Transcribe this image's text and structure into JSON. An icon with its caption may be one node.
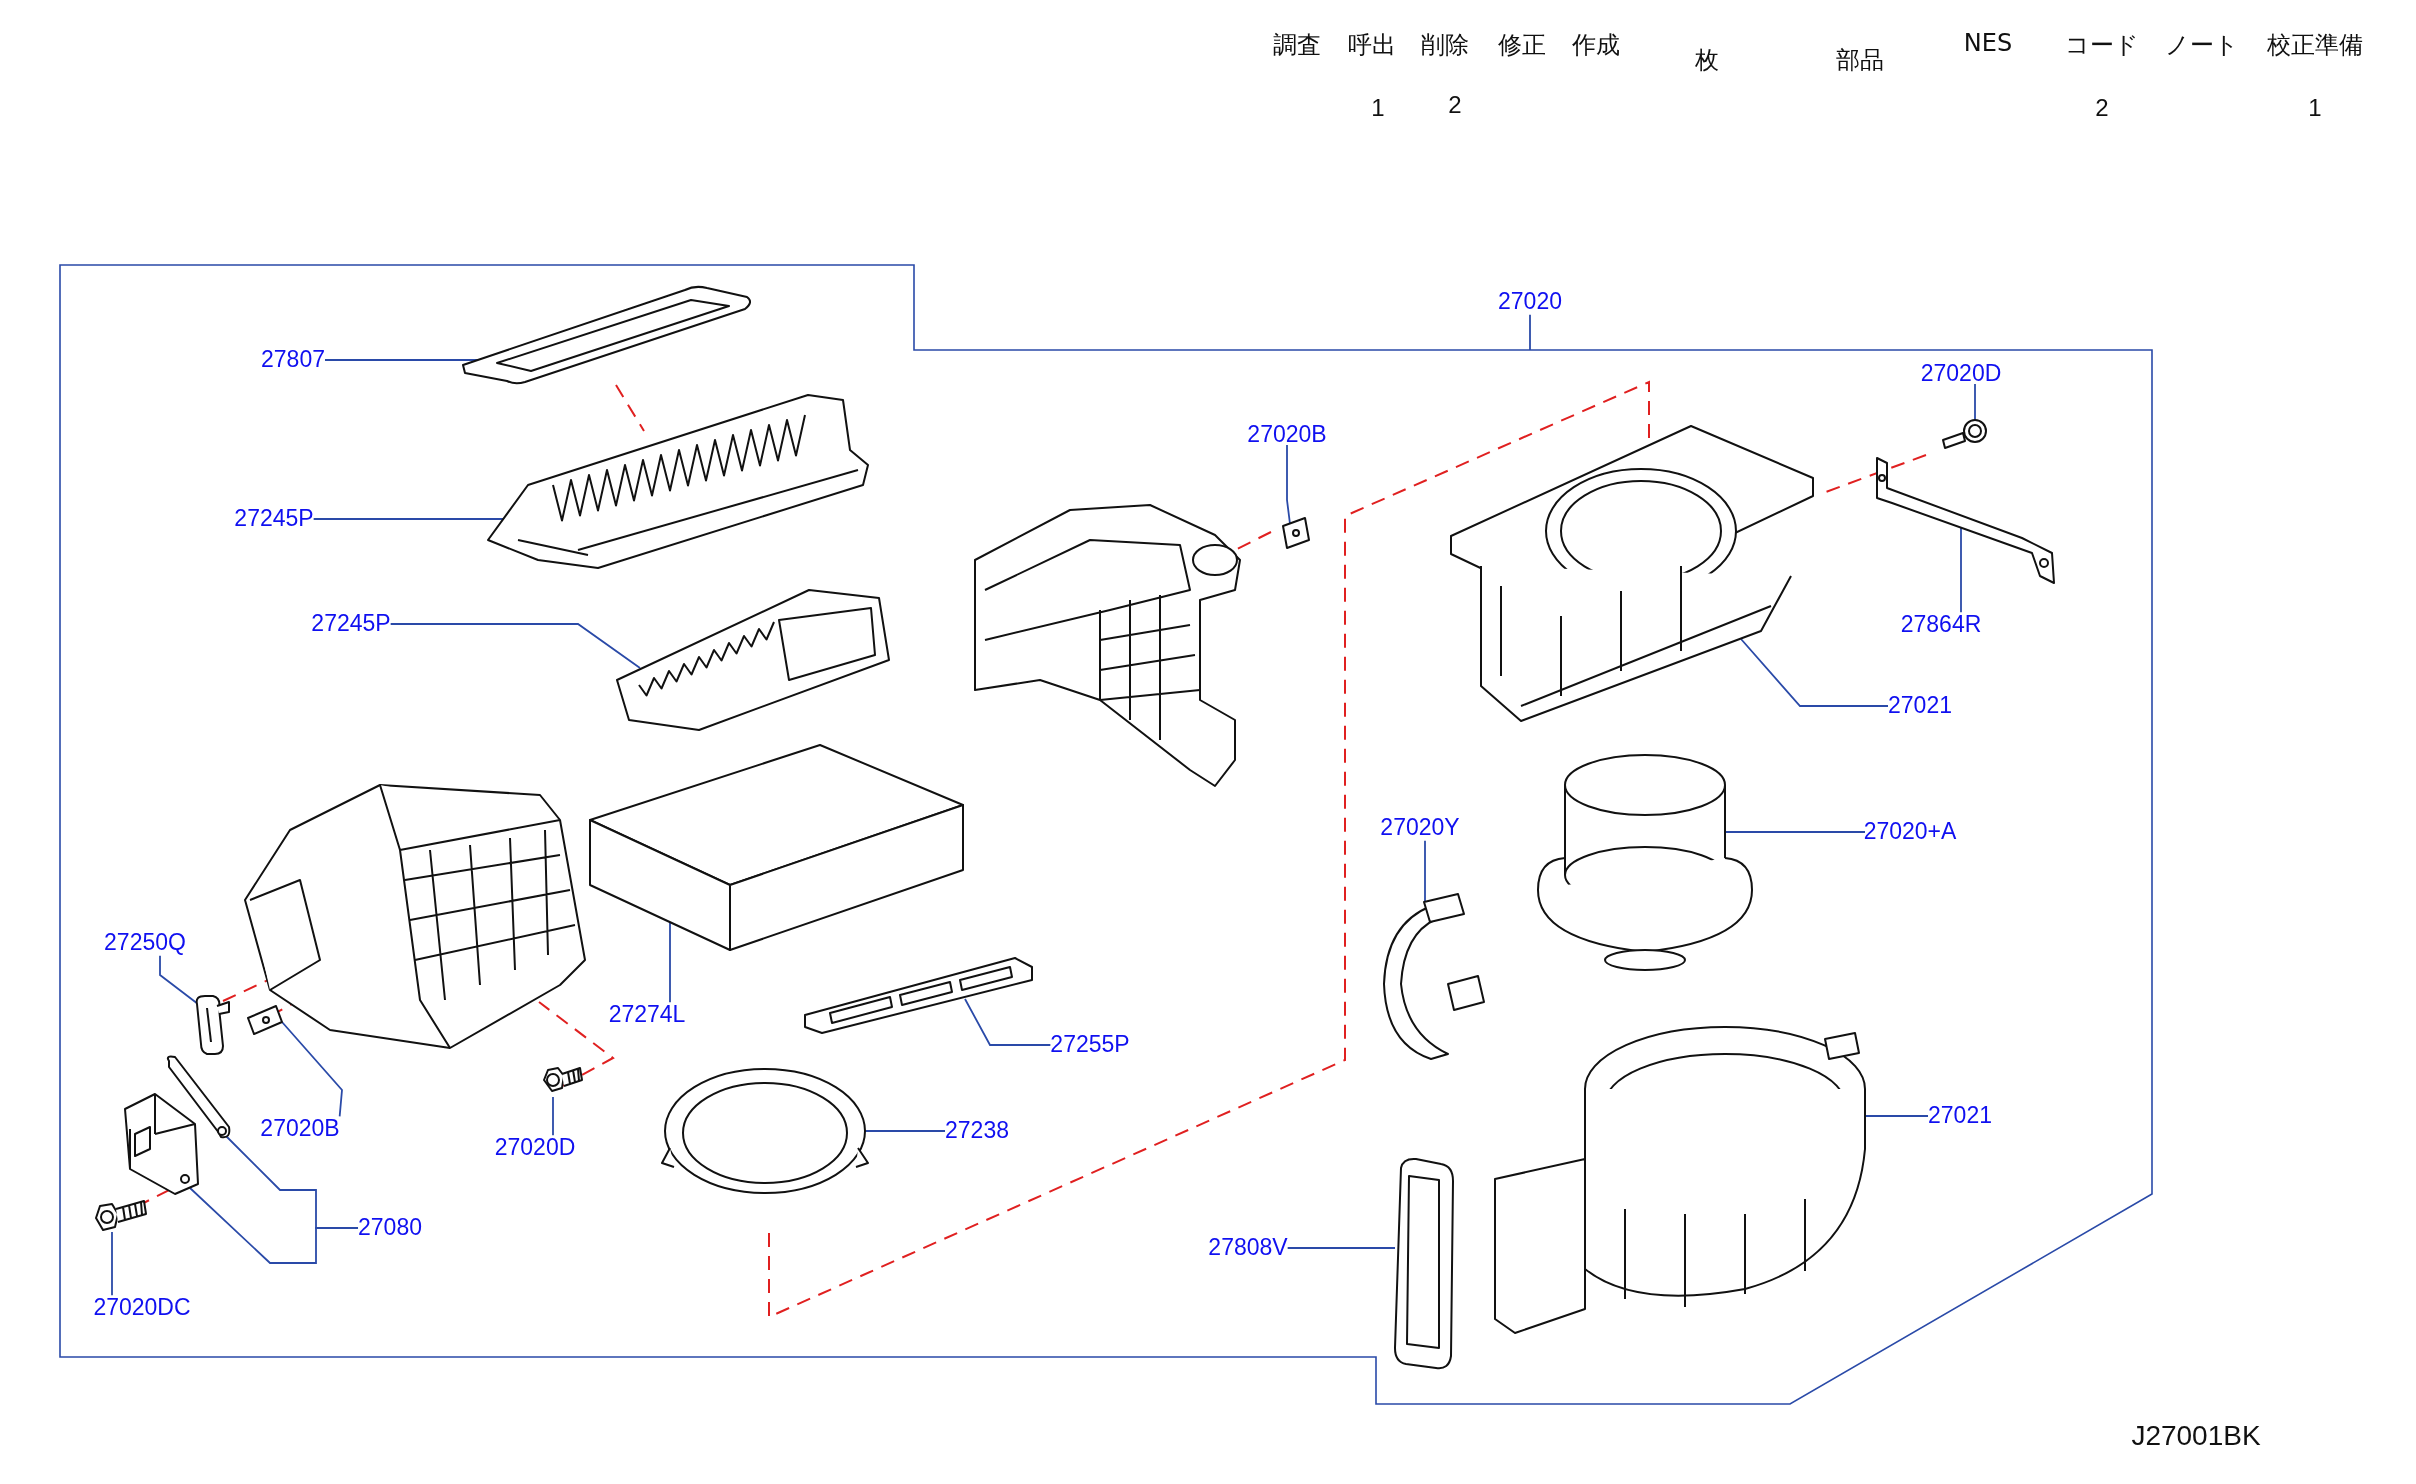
{
  "diagram": {
    "nodes": [
      {
        "text": [
          "27020"
        ]
      },
      {
        "text": [
          "27807"
        ]
      },
      {
        "text": [],
        "shape": "picture"
      },
      {
        "text": [
          "27245P"
        ]
      },
      {
        "text": [],
        "shape": "picture"
      },
      {
        "text": [
          "27245P"
        ]
      },
      {
        "text": [],
        "shape": "picture"
      },
      {
        "text": [
          "27020B"
        ]
      },
      {
        "text": [],
        "shape": "picture"
      },
      {
        "text": [
          "27020D"
        ]
      },
      {
        "text": [],
        "shape": "picture"
      },
      {
        "text": [
          "27864R"
        ]
      },
      {
        "text": [],
        "shape": "picture"
      },
      {
        "text": [
          "27021"
        ]
      },
      {
        "text": [],
        "shape": "picture"
      },
      {
        "text": [
          "27020+A"
        ]
      },
      {
        "text": [],
        "shape": "picture"
      },
      {
        "text": [
          "27020Y"
        ]
      },
      {
        "text": [],
        "shape": "picture"
      },
      {
        "text": [
          "27250Q"
        ]
      },
      {
        "text": [],
        "shape": "picture"
      },
      {
        "text": [
          "27020B"
        ]
      },
      {
        "text": [],
        "shape": "picture"
      },
      {
        "text": [
          "27274L"
        ]
      },
      {
        "text": [],
        "shape": "picture"
      },
      {
        "text": [
          "27255P"
        ]
      },
      {
        "text": [],
        "shape": "picture"
      },
      {
        "text": [
          "27020D"
        ]
      },
      {
        "text": [],
        "shape": "picture"
      },
      {
        "text": [
          "27238"
        ]
      },
      {
        "text": [],
        "shape": "picture"
      },
      {
        "text": [
          "27021"
        ]
      },
      {
        "text": [],
        "shape": "picture"
      },
      {
        "text": [
          "27080"
        ]
      },
      {
        "text": [],
        "shape": "picture"
      },
      {
        "text": [],
        "shape": "picture"
      },
      {
        "text": [
          "27808V"
        ]
      },
      {
        "text": [],
        "shape": "picture"
      },
      {
        "text": [
          "27020DC"
        ]
      },
      {
        "text": [],
        "shape": "picture"
      }
    ],
    "edges": [
      {
        "from": 0,
        "to": null,
        "arrow": "none"
      },
      {
        "from": 1,
        "to": 2,
        "arrow": "none"
      },
      {
        "from": 3,
        "to": 4,
        "arrow": "none"
      },
      {
        "from": 5,
        "to": 6,
        "arrow": "none"
      },
      {
        "from": 7,
        "to": 8,
        "arrow": "none"
      },
      {
        "from": 9,
        "to": 10,
        "arrow": "none"
      },
      {
        "from": 11,
        "to": 12,
        "arrow": "none"
      },
      {
        "from": 13,
        "to": 14,
        "arrow": "none"
      },
      {
        "from": 15,
        "to": 16,
        "arrow": "none"
      },
      {
        "from": 17,
        "to": 18,
        "arrow": "none"
      },
      {
        "from": 19,
        "to": 20,
        "arrow": "none"
      },
      {
        "from": 21,
        "to": 22,
        "arrow": "none"
      },
      {
        "from": 23,
        "to": 24,
        "arrow": "none"
      },
      {
        "from": 25,
        "to": 26,
        "arrow": "none"
      },
      {
        "from": 27,
        "to": 28,
        "arrow": "none"
      },
      {
        "from": 29,
        "to": 30,
        "arrow": "none"
      },
      {
        "from": 31,
        "to": 32,
        "arrow": "none"
      },
      {
        "from": 33,
        "to": 34,
        "arrow": "none"
      },
      {
        "from": 33,
        "to": 35,
        "arrow": "none"
      },
      {
        "from": 36,
        "to": 37,
        "arrow": "none"
      },
      {
        "from": 38,
        "to": 39,
        "arrow": "none"
      }
    ],
    "labels": [
      "調査",
      "呼出",
      "削除",
      "修正",
      "作成",
      "枚",
      "部品",
      "NES",
      "コード",
      "ノート",
      "校正準備",
      "1",
      "2",
      "2",
      "1",
      "J27001BK"
    ]
  }
}
